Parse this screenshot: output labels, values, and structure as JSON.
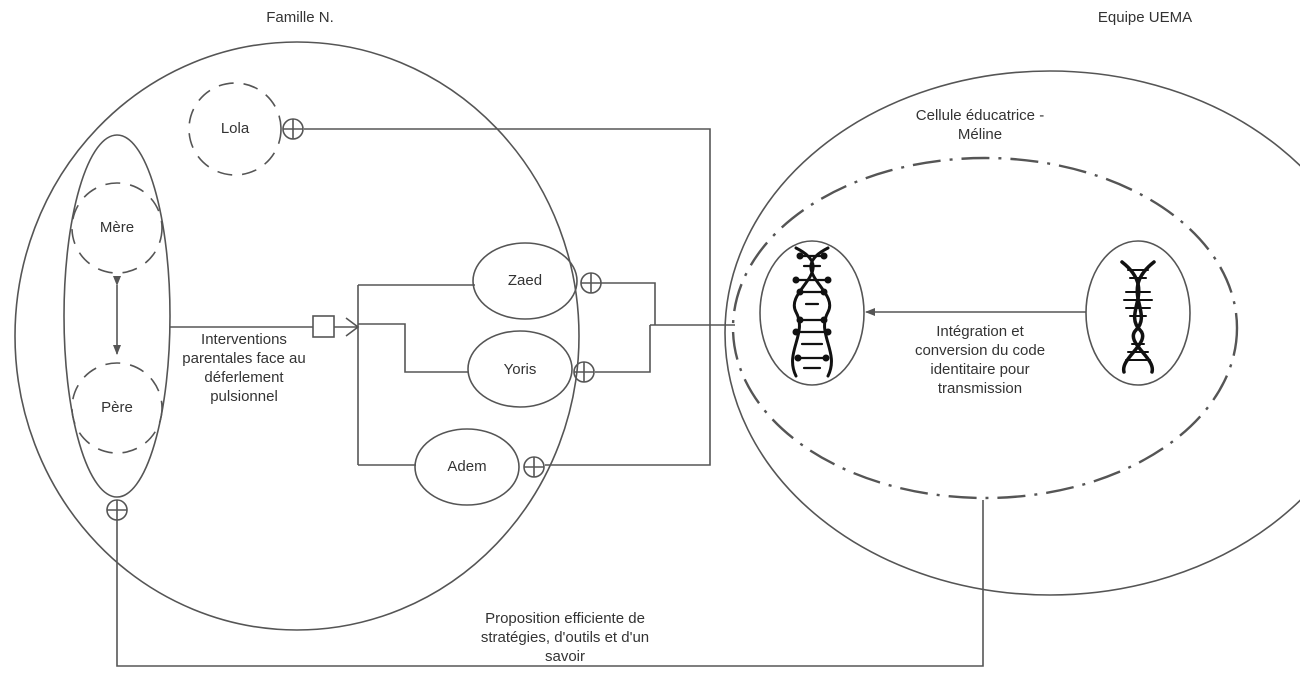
{
  "groups": {
    "family": "Famille N.",
    "team": "Equipe UEMA",
    "cell": [
      "Cellule éducatrice -",
      "Méline"
    ]
  },
  "members": {
    "lola": "Lola",
    "mere": "Mère",
    "pere": "Père",
    "zaed": "Zaed",
    "yoris": "Yoris",
    "adem": "Adem"
  },
  "annotations": {
    "interventions": [
      "Interventions",
      "parentales face au",
      "déferlement",
      "pulsionnel"
    ],
    "integration": [
      "Intégration et",
      "conversion du code",
      "identitaire pour",
      "transmission"
    ],
    "proposition": [
      "Proposition efficiente de",
      "stratégies, d'outils et d'un",
      "savoir"
    ]
  },
  "colors": {
    "stroke": "#555555",
    "text": "#333333",
    "dna": "#111111"
  }
}
